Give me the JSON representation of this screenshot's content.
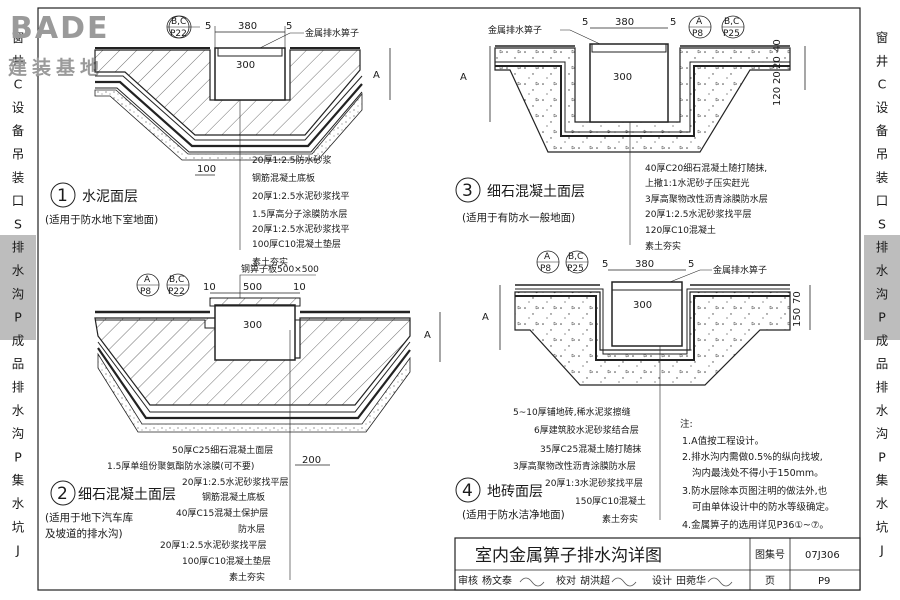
{
  "watermark": {
    "brand": "BADE",
    "sub": "建装基地"
  },
  "side_index": {
    "left": [
      "窗",
      "井",
      "C",
      "设",
      "备",
      "吊",
      "装",
      "口",
      "S",
      "排",
      "水",
      "沟",
      "P",
      "成",
      "品",
      "排",
      "水",
      "沟",
      "P",
      "集",
      "水",
      "坑",
      "J"
    ],
    "right": [
      "窗",
      "井",
      "C",
      "设",
      "备",
      "吊",
      "装",
      "口",
      "S",
      "排",
      "水",
      "沟",
      "P",
      "成",
      "品",
      "排",
      "水",
      "沟",
      "P",
      "集",
      "水",
      "坑",
      "J"
    ]
  },
  "refs": {
    "a": "A",
    "bc": "B,C",
    "p8": "P8",
    "p22": "P22",
    "p25": "P25"
  },
  "dims": {
    "d380": "380",
    "d300": "300",
    "d5": "5",
    "d10": "10",
    "d500": "500",
    "d100": "100",
    "d200": "200",
    "d120": "120",
    "d20": "20",
    "d40": "40",
    "d150": "150",
    "d70": "70",
    "dA": "A"
  },
  "details": {
    "d1": {
      "num": "1",
      "title": "水泥面层",
      "subtitle": "(适用于防水地下室地面)",
      "grate": "金属排水箅子",
      "layers": [
        "20厚1:2.5防水砂浆",
        "钢筋混凝土底板",
        "20厚1:2.5水泥砂浆找平",
        "1.5厚高分子涂膜防水层",
        "20厚1:2.5水泥砂浆找平",
        "100厚C10混凝土垫层",
        "素土夯实"
      ]
    },
    "d2": {
      "num": "2",
      "title": "细石混凝土面层",
      "subtitle1": "(适用于地下汽车库",
      "subtitle2": "及坡道的排水沟)",
      "grate": "钢箅子板500×500",
      "layers": [
        "50厚C25细石混凝土面层",
        "1.5厚单组份聚氨酯防水涂膜(可不要)",
        "20厚1:2.5水泥砂浆找平层",
        "钢筋混凝土底板",
        "40厚C15混凝土保护层",
        "防水层",
        "20厚1:2.5水泥砂浆找平层",
        "100厚C10混凝土垫层",
        "素土夯实"
      ]
    },
    "d3": {
      "num": "3",
      "title": "细石混凝土面层",
      "subtitle": "(适用于有防水一般地面)",
      "grate": "金属排水箅子",
      "layers": [
        "40厚C20细石混凝土随打随抹,",
        "上撒1:1水泥砂子压实赶光",
        "3厚高聚物改性沥青涂膜防水层",
        "20厚1:2.5水泥砂浆找平层",
        "120厚C10混凝土",
        "素土夯实"
      ]
    },
    "d4": {
      "num": "4",
      "title": "地砖面层",
      "subtitle": "(适用于防水洁净地面)",
      "grate": "金属排水箅子",
      "layers": [
        "5~10厚铺地砖,稀水泥浆擦缝",
        "6厚建筑胶水泥砂浆结合层",
        "35厚C25混凝土随打随抹",
        "3厚高聚物改性沥青涂膜防水层",
        "20厚1:3水泥砂浆找平层",
        "150厚C10混凝土",
        "素土夯实"
      ]
    }
  },
  "notes": {
    "heading": "注:",
    "items": [
      "1.A值按工程设计。",
      "2.排水沟内需做0.5%的纵向找坡,",
      "沟内最浅处不得小于150mm。",
      "3.防水层除本页图注明的做法外,也",
      "可由单体设计中的防水等级确定。",
      "4.金属箅子的选用详见P36①~⑦。"
    ]
  },
  "titleblock": {
    "title": "室内金属箅子排水沟详图",
    "atlas_label": "图集号",
    "atlas_no": "07J306",
    "page_label": "页",
    "page_no": "P9",
    "row": [
      "审核",
      "杨文泰",
      "校对",
      "胡洪超",
      "设计",
      "田菀华"
    ]
  }
}
